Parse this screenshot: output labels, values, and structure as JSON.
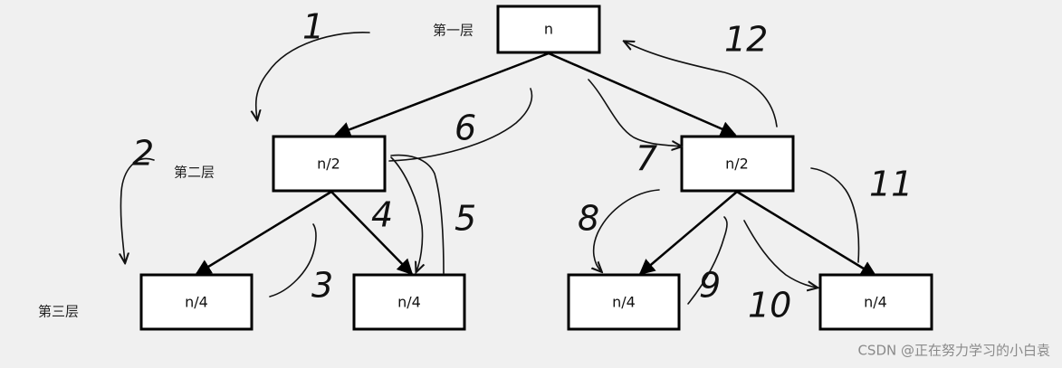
{
  "levels": [
    "第一层",
    "第二层",
    "第三层"
  ],
  "nodes": {
    "root": "n",
    "left": "n/2",
    "right": "n/2",
    "left_left": "n/4",
    "left_right": "n/4",
    "right_left": "n/4",
    "right_right": "n/4"
  },
  "traversal_order": [
    "1",
    "2",
    "3",
    "4",
    "5",
    "6",
    "7",
    "8",
    "9",
    "10",
    "11",
    "12"
  ],
  "watermark": "CSDN @正在努力学习的小白袁"
}
